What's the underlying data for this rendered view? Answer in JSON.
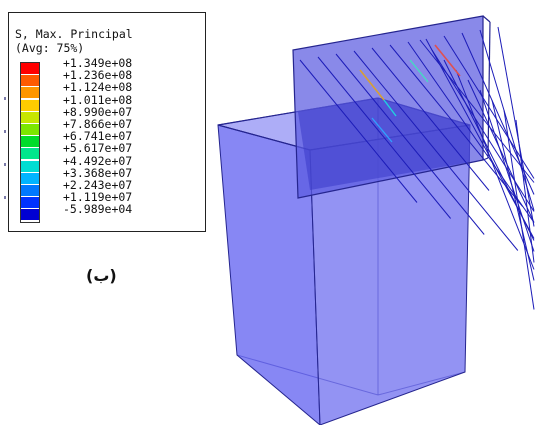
{
  "legend": {
    "title_line1": "S, Max. Principal",
    "title_line2": "(Avg: 75%)",
    "entries": [
      {
        "label": "+1.349e+08",
        "color": "#ff0000"
      },
      {
        "label": "+1.236e+08",
        "color": "#ff5a00"
      },
      {
        "label": "+1.124e+08",
        "color": "#ff9600"
      },
      {
        "label": "+1.011e+08",
        "color": "#ffcc00"
      },
      {
        "label": "+8.990e+07",
        "color": "#c8e600"
      },
      {
        "label": "+7.866e+07",
        "color": "#7ce600"
      },
      {
        "label": "+6.741e+07",
        "color": "#00dc2a"
      },
      {
        "label": "+5.617e+07",
        "color": "#00e68c"
      },
      {
        "label": "+4.492e+07",
        "color": "#00dcd2"
      },
      {
        "label": "+3.368e+07",
        "color": "#00b4ff"
      },
      {
        "label": "+2.243e+07",
        "color": "#0078ff"
      },
      {
        "label": "+1.119e+07",
        "color": "#0032ff"
      },
      {
        "label": "-5.989e+04",
        "color": "#0000d2"
      }
    ]
  },
  "caption": "(ب)",
  "colors": {
    "volume_fill": "#5a5aef",
    "volume_edge": "#25258f",
    "plate_fill": "#4f4fdc",
    "fiber": "#1c1cb8"
  }
}
